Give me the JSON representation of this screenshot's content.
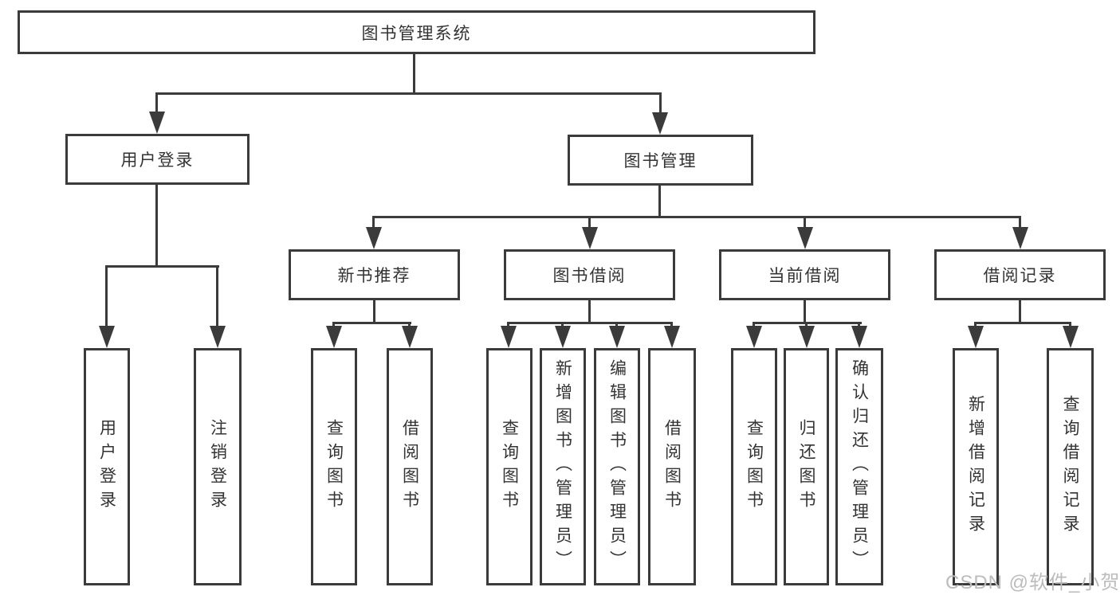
{
  "tree": {
    "root": {
      "label": "图书管理系统",
      "children": [
        {
          "label": "用户登录",
          "children": [
            {
              "label": "用户登录"
            },
            {
              "label": "注销登录"
            }
          ]
        },
        {
          "label": "图书管理",
          "children": [
            {
              "label": "新书推荐",
              "children": [
                {
                  "label": "查询图书"
                },
                {
                  "label": "借阅图书"
                }
              ]
            },
            {
              "label": "图书借阅",
              "children": [
                {
                  "label": "查询图书"
                },
                {
                  "label": "新增图书（管理员）"
                },
                {
                  "label": "编辑图书（管理员）"
                },
                {
                  "label": "借阅图书"
                }
              ]
            },
            {
              "label": "当前借阅",
              "children": [
                {
                  "label": "查询图书"
                },
                {
                  "label": "归还图书"
                },
                {
                  "label": "确认归还（管理员）"
                }
              ]
            },
            {
              "label": "借阅记录",
              "children": [
                {
                  "label": "新增借阅记录"
                },
                {
                  "label": "查询借阅记录"
                }
              ]
            }
          ]
        }
      ]
    }
  },
  "watermark": {
    "text": "CSDN @软件_小贺同学"
  },
  "colors": {
    "line": "#3b3b3b",
    "text": "#333333",
    "watermark": "#bcbcbc",
    "bg": "#ffffff"
  }
}
